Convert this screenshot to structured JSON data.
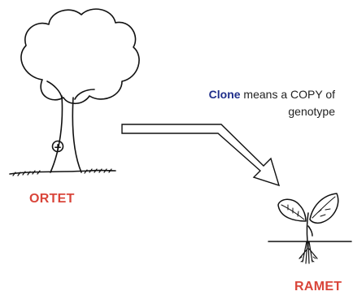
{
  "caption": {
    "keyword": "Clone",
    "line1_rest": " means a COPY of",
    "line2": "genotype"
  },
  "ortet_label": "ORTET",
  "ramet_label": "RAMET",
  "tree_mark": "+",
  "colors": {
    "label": "#d9453a",
    "keyword": "#1f2e8a",
    "ink": "#111111"
  }
}
